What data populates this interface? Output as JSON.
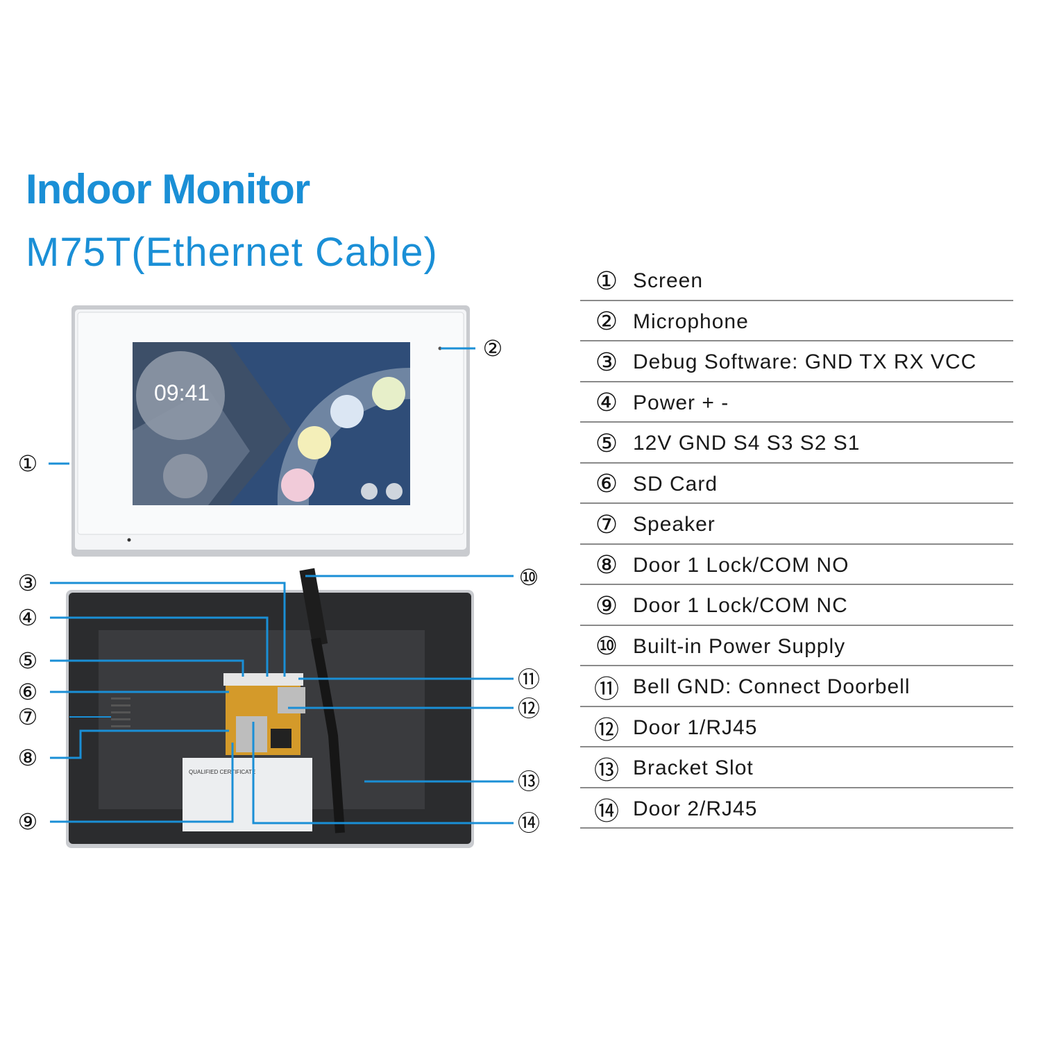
{
  "header": {
    "title": "Indoor Monitor",
    "subtitle": "M75T(Ethernet Cable)"
  },
  "screen": {
    "time": "09:41"
  },
  "back_label": {
    "heading": "QUALIFIED CERTIFICATE"
  },
  "legend": [
    {
      "num": "①",
      "label": "Screen"
    },
    {
      "num": "②",
      "label": "Microphone"
    },
    {
      "num": "③",
      "label": "Debug Software: GND TX RX VCC"
    },
    {
      "num": "④",
      "label": "Power + -"
    },
    {
      "num": "⑤",
      "label": "12V GND S4 S3 S2 S1"
    },
    {
      "num": "⑥",
      "label": "SD Card"
    },
    {
      "num": "⑦",
      "label": "Speaker"
    },
    {
      "num": "⑧",
      "label": "Door 1 Lock/COM NO"
    },
    {
      "num": "⑨",
      "label": "Door 1 Lock/COM NC"
    },
    {
      "num": "⑩",
      "label": "Built-in Power Supply"
    },
    {
      "num": "⑪",
      "label": "Bell GND: Connect  Doorbell"
    },
    {
      "num": "⑫",
      "label": "Door 1/RJ45"
    },
    {
      "num": "⑬",
      "label": "Bracket Slot"
    },
    {
      "num": "⑭",
      "label": "Door 2/RJ45"
    }
  ],
  "colors": {
    "accent": "#1a8fd6"
  }
}
